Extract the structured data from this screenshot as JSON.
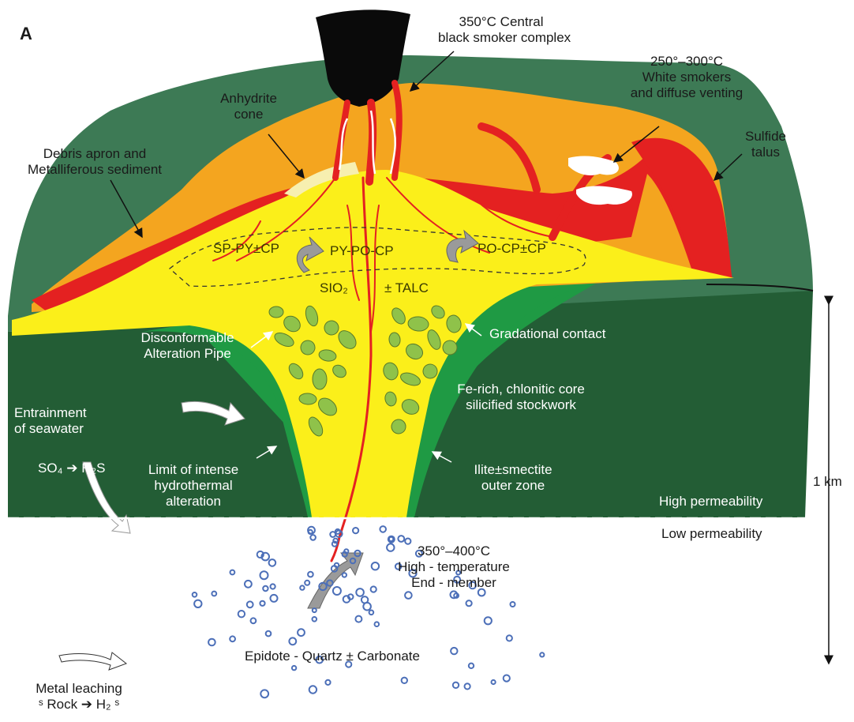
{
  "panel_label": "A",
  "labels": {
    "black_smoker_1": "350°C Central",
    "black_smoker_2": "black smoker complex",
    "white_smokers_1": "250°–300°C",
    "white_smokers_2": "White smokers",
    "white_smokers_3": "and diffuse venting",
    "sulfide_talus_1": "Sulfide",
    "sulfide_talus_2": "talus",
    "anhydrite_1": "Anhydrite",
    "anhydrite_2": "cone",
    "debris_1": "Debris apron and",
    "debris_2": "Metalliferous sediment",
    "ore_left": "SP-PY±CP",
    "ore_center": "PY-PO-CP",
    "ore_right": "PO-CP±CP",
    "sio2": "SIO₂",
    "talc": "± TALC",
    "disconf_1": "Disconformable",
    "disconf_2": "Alteration Pipe",
    "gradational": "Gradational contact",
    "entrain_1": "Entrainment",
    "entrain_2": "of seawater",
    "so4": "SO₄ ➔ H₂S",
    "fe_rich_1": "Fe-rich, chlonitic core",
    "fe_rich_2": "silicified stockwork",
    "limit_1": "Limit of intense",
    "limit_2": "hydrothermal",
    "limit_3": "alteration",
    "illite_1": "Ilite±smectite",
    "illite_2": "outer zone",
    "high_perm": "High permeability",
    "low_perm": "Low permeability",
    "scale": "1 km",
    "endmember_1": "350°–400°C",
    "endmember_2": "High - temperature",
    "endmember_3": "End - member",
    "epidote": "Epidote - Quartz ± Carbonate",
    "metal_1": "Metal leaching",
    "metal_2": "ˢ Rock ➔ H₂ ˢ"
  },
  "colors": {
    "mound_outer": "#3d7a55",
    "host_rock": "#235d35",
    "alteration": "#1f9a44",
    "sulfide_orange": "#f4a51f",
    "sulfide_red": "#e42121",
    "pipe_yellow": "#fbef1a",
    "chimney_black": "#0a0a0a",
    "clasts": "#8fc24a",
    "bubbles": "#4c6fb8"
  }
}
